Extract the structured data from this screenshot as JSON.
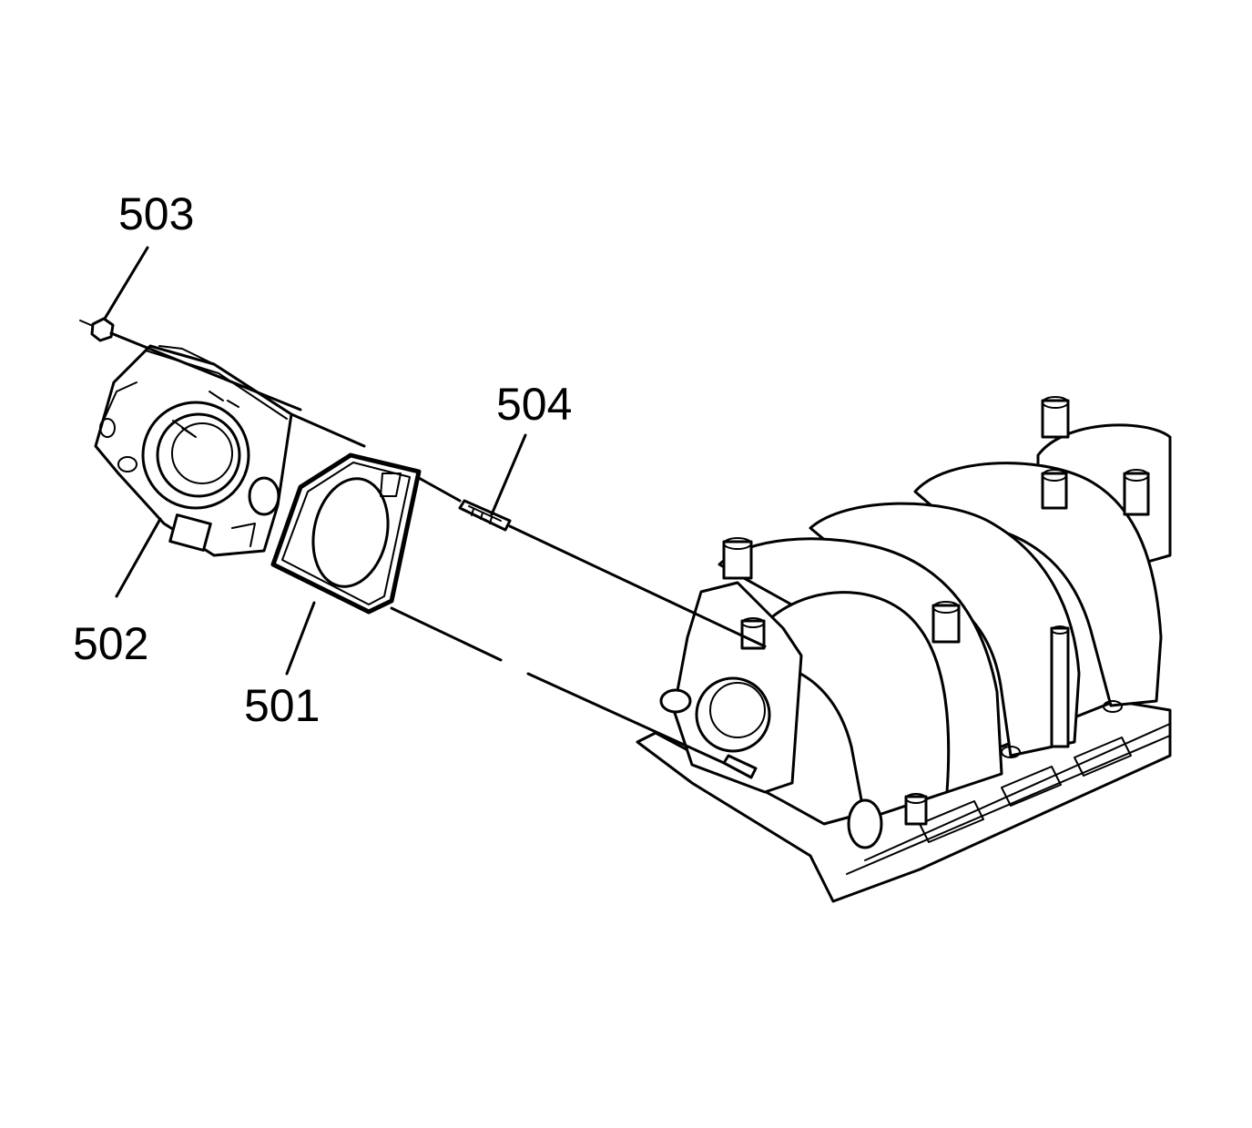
{
  "callouts": {
    "c501": "501",
    "c502": "502",
    "c503": "503",
    "c504": "504"
  },
  "colors": {
    "line": "#000000",
    "background": "#ffffff"
  }
}
